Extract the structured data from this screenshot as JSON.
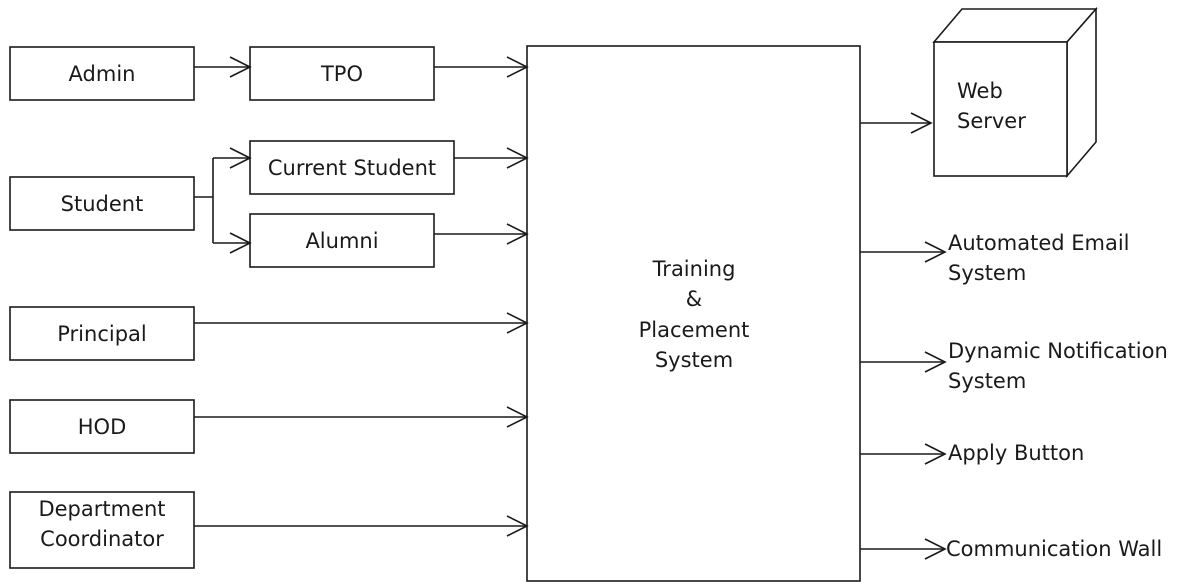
{
  "inputs": {
    "admin": "Admin",
    "tpo": "TPO",
    "student": "Student",
    "current_student": "Current Student",
    "alumni": "Alumni",
    "principal": "Principal",
    "hod": "HOD",
    "department_coordinator": [
      "Department",
      "Coordinator"
    ]
  },
  "core": {
    "title": [
      "Training",
      "&",
      "Placement",
      "System"
    ]
  },
  "web_server": [
    "Web",
    "Server"
  ],
  "outputs": {
    "automated_email": [
      "Automated Email",
      "System"
    ],
    "dynamic_notification": [
      "Dynamic Notification",
      "System"
    ],
    "apply_button": "Apply Button",
    "communication_wall": "Communication Wall"
  },
  "colors": {
    "stroke": "#1a1a1a",
    "fill": "#ffffff"
  }
}
